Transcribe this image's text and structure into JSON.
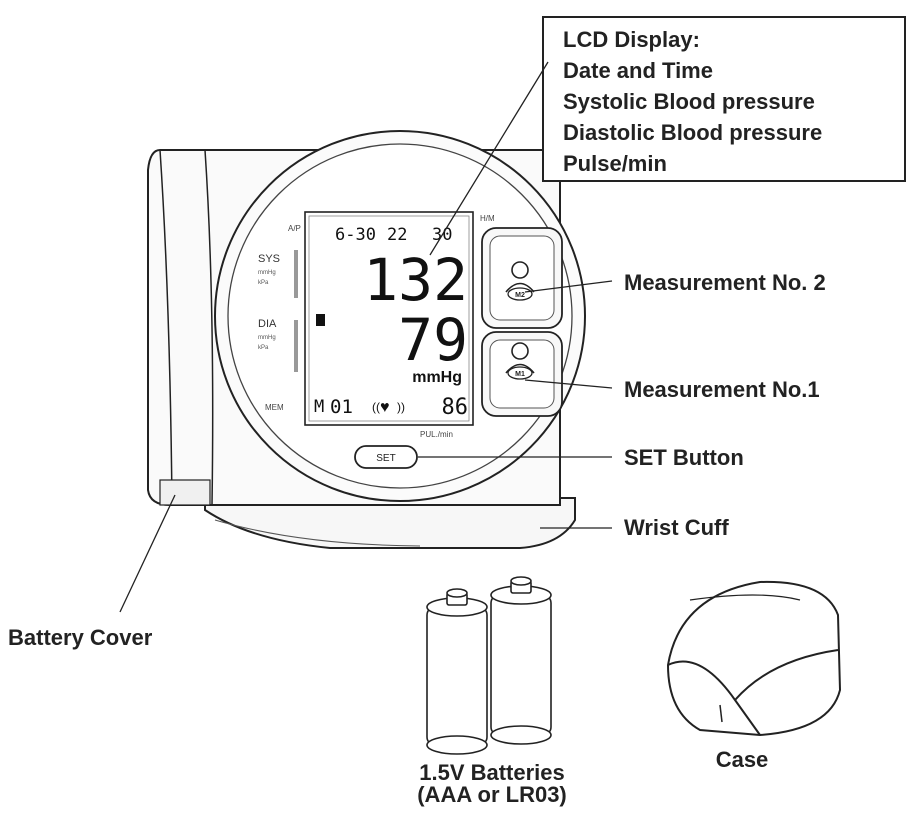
{
  "lcd_callout": {
    "lines": [
      "LCD Display:",
      "Date and Time",
      "Systolic Blood pressure",
      "Diastolic Blood pressure",
      "Pulse/min"
    ]
  },
  "callouts": {
    "measurement_2": "Measurement No. 2",
    "measurement_1": "Measurement No.1",
    "set_button": "SET Button",
    "wrist_cuff": "Wrist Cuff",
    "battery_cover": "Battery Cover",
    "batteries_line1": "1.5V Batteries",
    "batteries_line2": "(AAA or LR03)",
    "case": "Case"
  },
  "device": {
    "left_labels": {
      "am_pm": "A/P",
      "sys": "SYS",
      "sys_unit1": "mmHg",
      "sys_unit2": "kPa",
      "dia": "DIA",
      "dia_unit1": "mmHg",
      "dia_unit2": "kPa",
      "mem": "MEM"
    },
    "right_label": "H/M",
    "lcd": {
      "date": "6-30",
      "hour": "22",
      "minute": "30",
      "systolic": "132",
      "diastolic": "79",
      "unit": "mmHg",
      "mem_prefix": "M",
      "mem_number": "01",
      "pulse": "86",
      "pulse_label": "PUL./min"
    },
    "buttons": {
      "m2": "M2",
      "m1": "M1",
      "set": "SET"
    }
  }
}
